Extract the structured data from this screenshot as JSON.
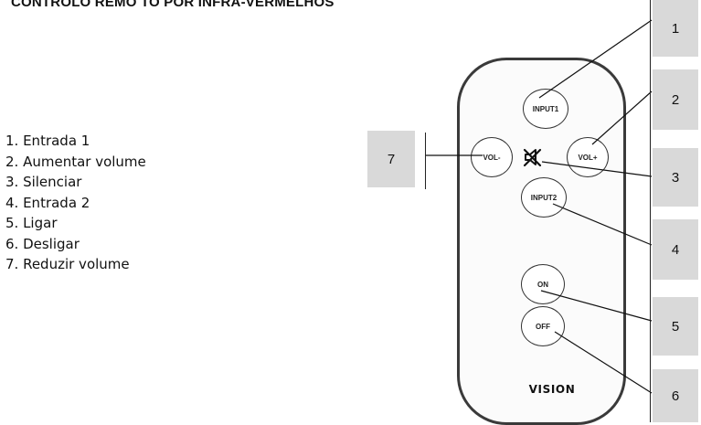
{
  "title": "CONTROLO REMO TO POR INFRA-VERMELHOS",
  "legend": [
    "1. Entrada 1",
    "2. Aumentar volume",
    "3. Silenciar",
    "4. Entrada 2",
    "5. Ligar",
    "6. Desligar",
    "7. Reduzir volume"
  ],
  "remote": {
    "brand": "VISION",
    "buttons": {
      "input1": "INPUT1",
      "vol_minus": "VOL-",
      "vol_plus": "VOL+",
      "input2": "INPUT2",
      "on": "ON",
      "off": "OFF"
    },
    "mute_icon": "speaker-muted-icon"
  },
  "callouts": [
    "1",
    "2",
    "3",
    "4",
    "5",
    "6",
    "7"
  ],
  "colors": {
    "callout_bg": "#d9d9d9",
    "outline": "#333333"
  }
}
